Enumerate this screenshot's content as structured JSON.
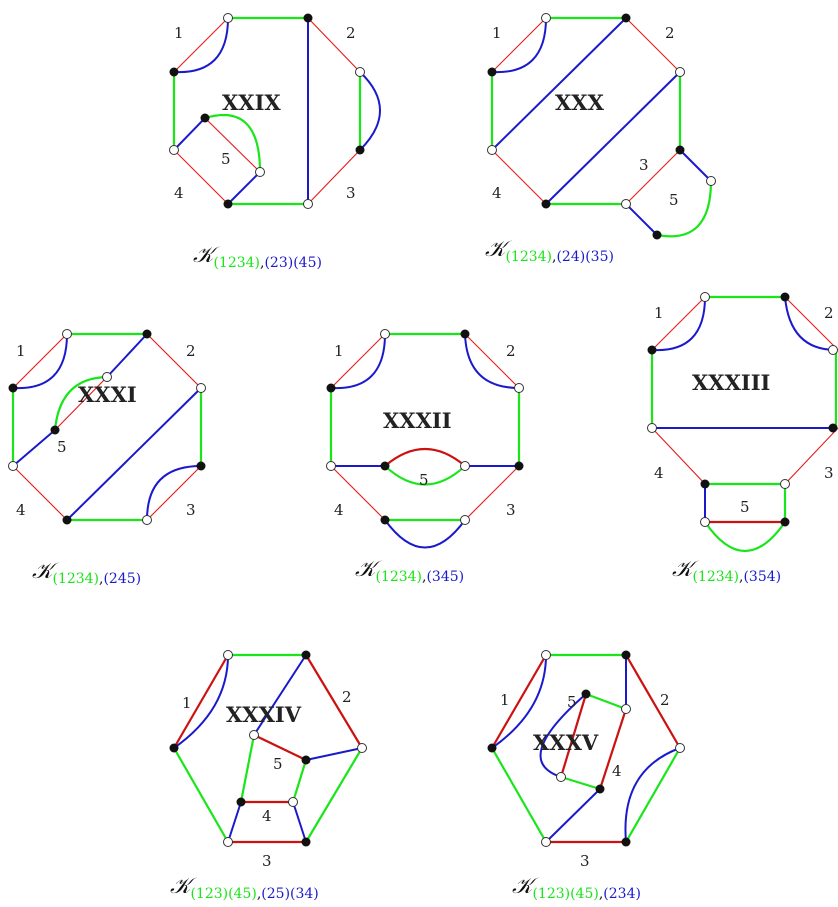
{
  "panels": [
    {
      "id": "XXIX",
      "roman": "XXIX",
      "labels": [
        "1",
        "2",
        "3",
        "4",
        "5"
      ],
      "caption_k": "𝒦",
      "caption_green": "(1234)",
      "caption_comma": ",",
      "caption_blue": "(23)(45)"
    },
    {
      "id": "XXX",
      "roman": "XXX",
      "labels": [
        "1",
        "2",
        "3",
        "4",
        "5"
      ],
      "caption_k": "𝒦",
      "caption_green": "(1234)",
      "caption_comma": ",",
      "caption_blue": "(24)(35)"
    },
    {
      "id": "XXXI",
      "roman": "XXXI",
      "labels": [
        "1",
        "2",
        "3",
        "4",
        "5"
      ],
      "caption_k": "𝒦",
      "caption_green": "(1234)",
      "caption_comma": ",",
      "caption_blue": "(245)"
    },
    {
      "id": "XXXII",
      "roman": "XXXII",
      "labels": [
        "1",
        "2",
        "3",
        "4",
        "5"
      ],
      "caption_k": "𝒦",
      "caption_green": "(1234)",
      "caption_comma": ",",
      "caption_blue": "(345)"
    },
    {
      "id": "XXXIII",
      "roman": "XXXIII",
      "labels": [
        "1",
        "2",
        "3",
        "4",
        "5"
      ],
      "caption_k": "𝒦",
      "caption_green": "(1234)",
      "caption_comma": ",",
      "caption_blue": "(354)"
    },
    {
      "id": "XXXIV",
      "roman": "XXXIV",
      "labels": [
        "1",
        "2",
        "3",
        "4",
        "5"
      ],
      "caption_k": "𝒦",
      "caption_green": "(123)(45)",
      "caption_comma": ",",
      "caption_blue": "(25)(34)"
    },
    {
      "id": "XXXV",
      "roman": "XXXV",
      "labels": [
        "1",
        "2",
        "3",
        "4",
        "5"
      ],
      "caption_k": "𝒦",
      "caption_green": "(123)(45)",
      "caption_comma": ",",
      "caption_blue": "(234)"
    }
  ],
  "colors": {
    "green": "#19e619",
    "blue": "#1a1acc",
    "red": "#e61919",
    "text": "#222222"
  }
}
